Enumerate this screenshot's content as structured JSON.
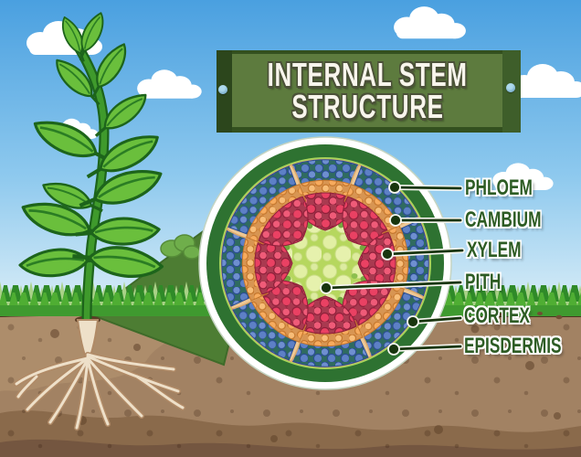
{
  "title": {
    "line1": "INTERNAL STEM",
    "line2": "STRUCTURE"
  },
  "labels": [
    {
      "id": "phloem",
      "text": "PHLOEM",
      "color": "#5d80c6"
    },
    {
      "id": "cambium",
      "text": "CAMBIUM",
      "color": "#f7ab5e"
    },
    {
      "id": "xylem",
      "text": "XYLEM",
      "color": "#ea4163"
    },
    {
      "id": "pith",
      "text": "PITH",
      "color": "#b6d75e"
    },
    {
      "id": "cortex",
      "text": "CORTEX",
      "color": "#a6d45b"
    },
    {
      "id": "episdermis",
      "text": "EPISDERMIS",
      "color": "#2e7231"
    }
  ],
  "colors": {
    "sign_board": "#5d7b3e",
    "sign_text": "#f8f5ec",
    "label_text": "#2d5c24",
    "sky_top": "#4aa0e0",
    "sky_bottom": "#dff0f8",
    "hill": "#4d7d33",
    "grass": "#4fae33",
    "soil_top": "#a28263",
    "soil_deep": "#745640",
    "leader_line": "#18350e"
  }
}
